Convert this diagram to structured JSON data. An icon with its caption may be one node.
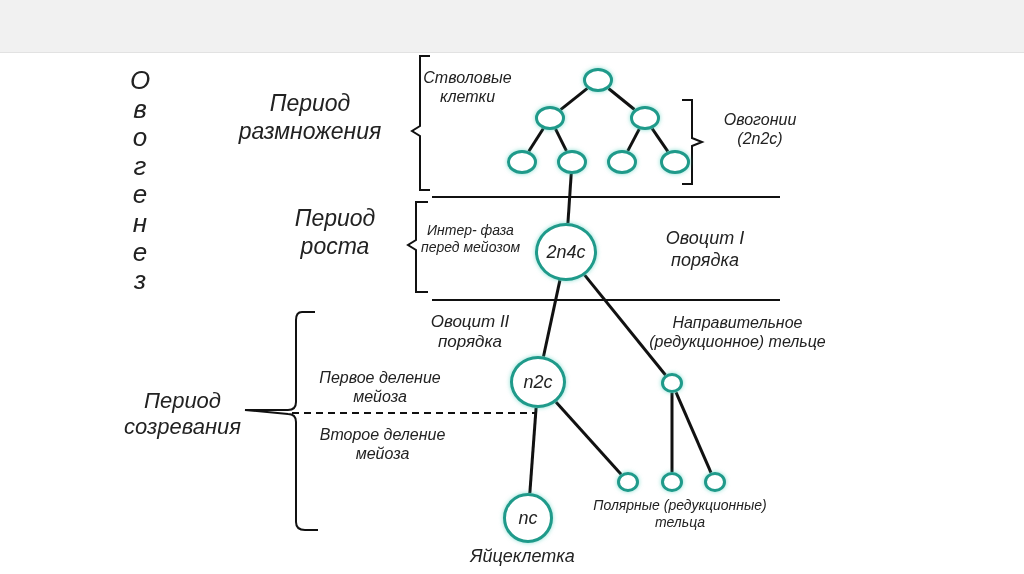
{
  "diagram": {
    "nodes": [
      {
        "text": [],
        "shape": "circle"
      },
      {
        "text": [],
        "shape": "circle"
      },
      {
        "text": [],
        "shape": "circle"
      },
      {
        "text": [],
        "shape": "circle"
      },
      {
        "text": [],
        "shape": "circle"
      },
      {
        "text": [],
        "shape": "circle"
      },
      {
        "text": [],
        "shape": "circle"
      },
      {
        "text": [
          "2n4c"
        ],
        "beside": [
          "Овоцит I порядка"
        ]
      },
      {
        "text": [
          "n2c"
        ],
        "beside": [
          "Овоцит II порядка"
        ]
      },
      {
        "text": [],
        "shape": "circle",
        "beside": [
          "Направительное (редукционное) тельце"
        ]
      },
      {
        "text": [
          "nc"
        ],
        "beside": [
          "Яйцеклетка"
        ]
      },
      {
        "text": [],
        "shape": "circle"
      },
      {
        "text": [],
        "shape": "circle"
      },
      {
        "text": [],
        "shape": "circle"
      }
    ],
    "edges": [
      {
        "from": 0,
        "to": 1,
        "arrow": "none"
      },
      {
        "from": 0,
        "to": 2,
        "arrow": "none"
      },
      {
        "from": 1,
        "to": 3,
        "arrow": "none"
      },
      {
        "from": 1,
        "to": 4,
        "arrow": "none"
      },
      {
        "from": 2,
        "to": 5,
        "arrow": "none"
      },
      {
        "from": 2,
        "to": 6,
        "arrow": "none"
      },
      {
        "from": 4,
        "to": 7,
        "arrow": "none"
      },
      {
        "from": 7,
        "to": 8,
        "arrow": "none"
      },
      {
        "from": 7,
        "to": 9,
        "arrow": "none"
      },
      {
        "from": 8,
        "to": 10,
        "arrow": "none"
      },
      {
        "from": 8,
        "to": 11,
        "arrow": "none"
      },
      {
        "from": 9,
        "to": 12,
        "arrow": "none"
      },
      {
        "from": 9,
        "to": 13,
        "arrow": "none"
      }
    ],
    "labels": [
      "Овогенез",
      "Период размножения",
      "Стволовые клетки",
      "Овогонии (2n2c)",
      "Период роста",
      "Интер- фаза перед мейозом",
      "Первое деление мейоза",
      "Период созревания",
      "Второе деление мейоза",
      "Полярные (редукционные) тельца"
    ]
  }
}
